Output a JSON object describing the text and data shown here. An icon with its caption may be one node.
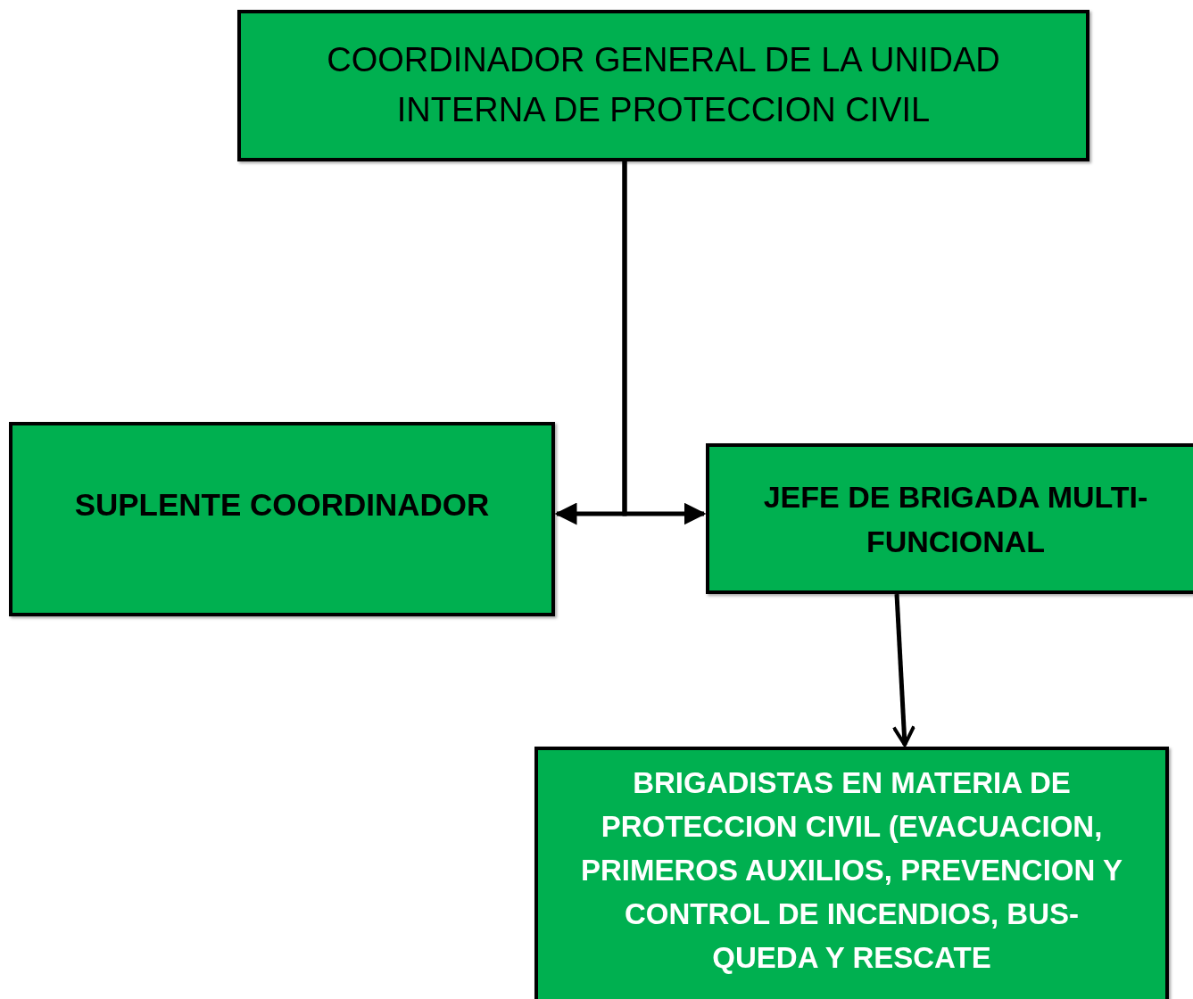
{
  "diagram": {
    "nodes": [
      {
        "text": [
          "COORDINADOR GENERAL DE LA UNIDAD INTERNA DE PROTECCION CIVIL"
        ]
      },
      {
        "text": [
          "SUPLENTE COORDINADOR"
        ]
      },
      {
        "text": [
          "JEFE DE BRIGADA MULTI- FUNCIONAL"
        ]
      },
      {
        "text": [
          "BRIGADISTAS EN MATERIA DE PROTECCION CIVIL (EVACUACION, PRIMEROS AUXILIOS, PREVENCION Y CONTROL DE INCENDIOS, BUS- QUEDA Y RESCATE"
        ]
      }
    ],
    "edges": [
      {
        "from": 0,
        "to": 1,
        "arrow": "to"
      },
      {
        "from": 0,
        "to": 2,
        "arrow": "to"
      },
      {
        "from": 2,
        "to": 3,
        "arrow": "to"
      }
    ]
  }
}
